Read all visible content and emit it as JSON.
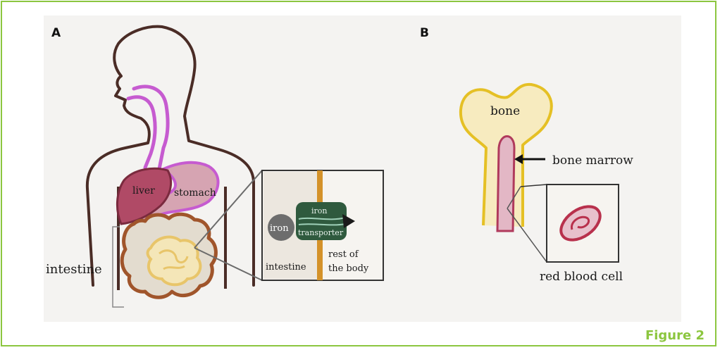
{
  "panels": {
    "a": {
      "letter": "A",
      "labels": {
        "liver": "liver",
        "stomach": "stomach",
        "intestine": "intestine",
        "iron": "iron",
        "transporter_top": "iron",
        "transporter_bottom": "transporter",
        "inset_intestine": "intestine",
        "rest_line1": "rest of",
        "rest_line2": "the body"
      }
    },
    "b": {
      "letter": "B",
      "labels": {
        "bone": "bone",
        "bone_marrow": "bone marrow",
        "red_blood_cell": "red blood cell"
      }
    }
  },
  "caption": "Figure 2",
  "colors": {
    "frame": "#8cc63f",
    "outline": "#4a2c26",
    "trachea": "#c65bd0",
    "liver": "#a13a55",
    "stomach": "#c79aa6",
    "intestine_outline": "#a0552b",
    "intestine_fill": "#ddd6c8",
    "small_intestine": "#e8c56a",
    "transporter": "#2f5a3e",
    "membrane": "#d4922a",
    "bone_outline": "#e5c025",
    "bone_fill": "#f7ebbf",
    "marrow": "#e3b7c5",
    "rbc": "#b8304c"
  }
}
